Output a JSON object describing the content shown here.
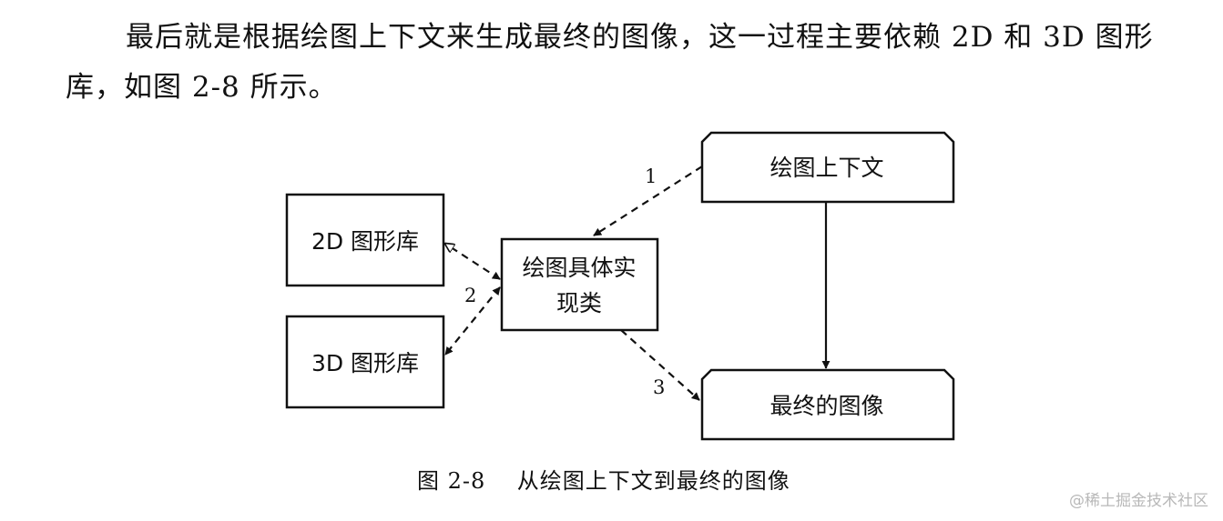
{
  "paragraph": {
    "text": "最后就是根据绘图上下文来生成最终的图像，这一过程主要依赖 2D 和 3D 图形库，如图 2-8 所示。"
  },
  "diagram": {
    "nodes": {
      "context": "绘图上下文",
      "lib2d": "2D 图形库",
      "lib3d": "3D 图形库",
      "impl_line1": "绘图具体实",
      "impl_line2": "现类",
      "final_image": "最终的图像"
    },
    "edge_labels": {
      "e1": "1",
      "e2": "2",
      "e3": "3"
    }
  },
  "caption": {
    "text": "图 2-8    从绘图上下文到最终的图像"
  },
  "watermark": {
    "text": "@稀土掘金技术社区"
  }
}
